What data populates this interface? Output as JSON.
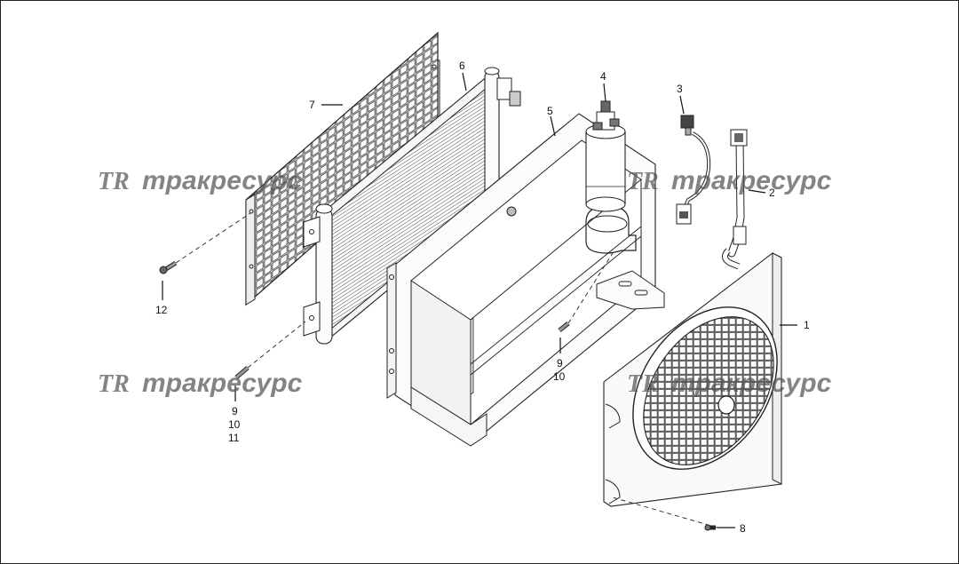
{
  "diagram": {
    "callouts": {
      "c1": "1",
      "c2": "2",
      "c3": "3",
      "c4": "4",
      "c5": "5",
      "c6": "6",
      "c7": "7",
      "c8": "8",
      "c9a": "9",
      "c10a": "10",
      "c9b": "9",
      "c10b": "10",
      "c11": "11",
      "c12": "12"
    },
    "watermark": {
      "logo": "TR",
      "text": "тракресурс"
    }
  }
}
